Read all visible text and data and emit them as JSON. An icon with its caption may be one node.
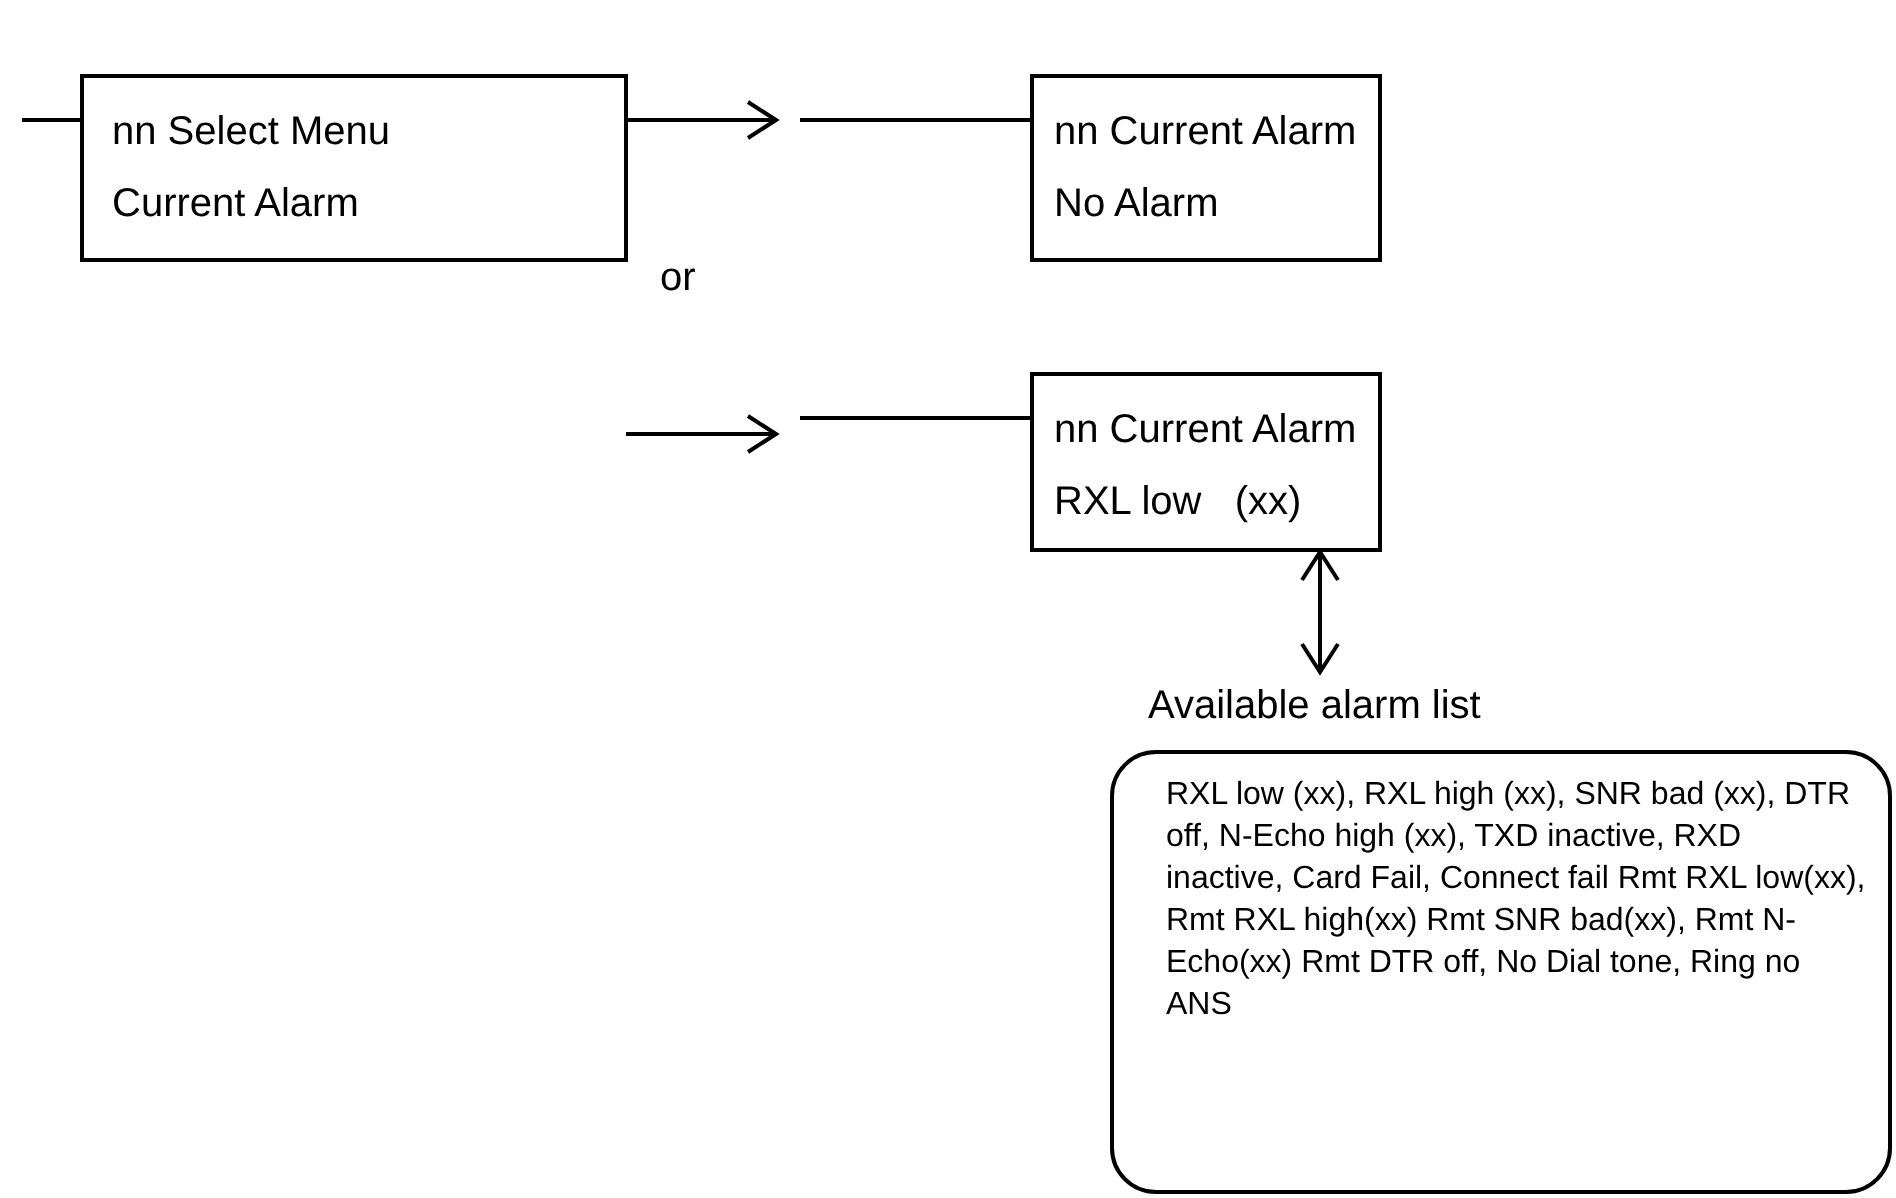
{
  "diagram": {
    "nodes": [
      {
        "text": [
          "nn Select Menu",
          "Current Alarm"
        ]
      },
      {
        "text": [
          "nn Current Alarm",
          "No Alarm"
        ]
      },
      {
        "text": [
          "nn Current Alarm",
          "RXL low   (xx)"
        ]
      },
      {
        "text": [
          "Available alarm list"
        ]
      },
      {
        "text": [
          "RXL low (xx), RXL high (xx), SNR bad (xx), DTR off, N-Echo high (xx), TXD inactive, RXD inactive, Card Fail, Connect fail Rmt RXL low(xx), Rmt RXL high(xx) Rmt SNR bad(xx), Rmt N-Echo(xx) Rmt DTR off, No Dial tone, Ring no ANS"
        ]
      }
    ],
    "edges": [
      {
        "from": null,
        "to": 0,
        "arrow": "none"
      },
      {
        "from": 0,
        "to": null,
        "arrow": "to"
      },
      {
        "from": null,
        "to": 1,
        "arrow": "none"
      },
      {
        "from": null,
        "to": 2,
        "arrow": "none"
      },
      {
        "from": 2,
        "to": 3,
        "arrow": "both"
      }
    ],
    "labels": [
      "or"
    ]
  }
}
